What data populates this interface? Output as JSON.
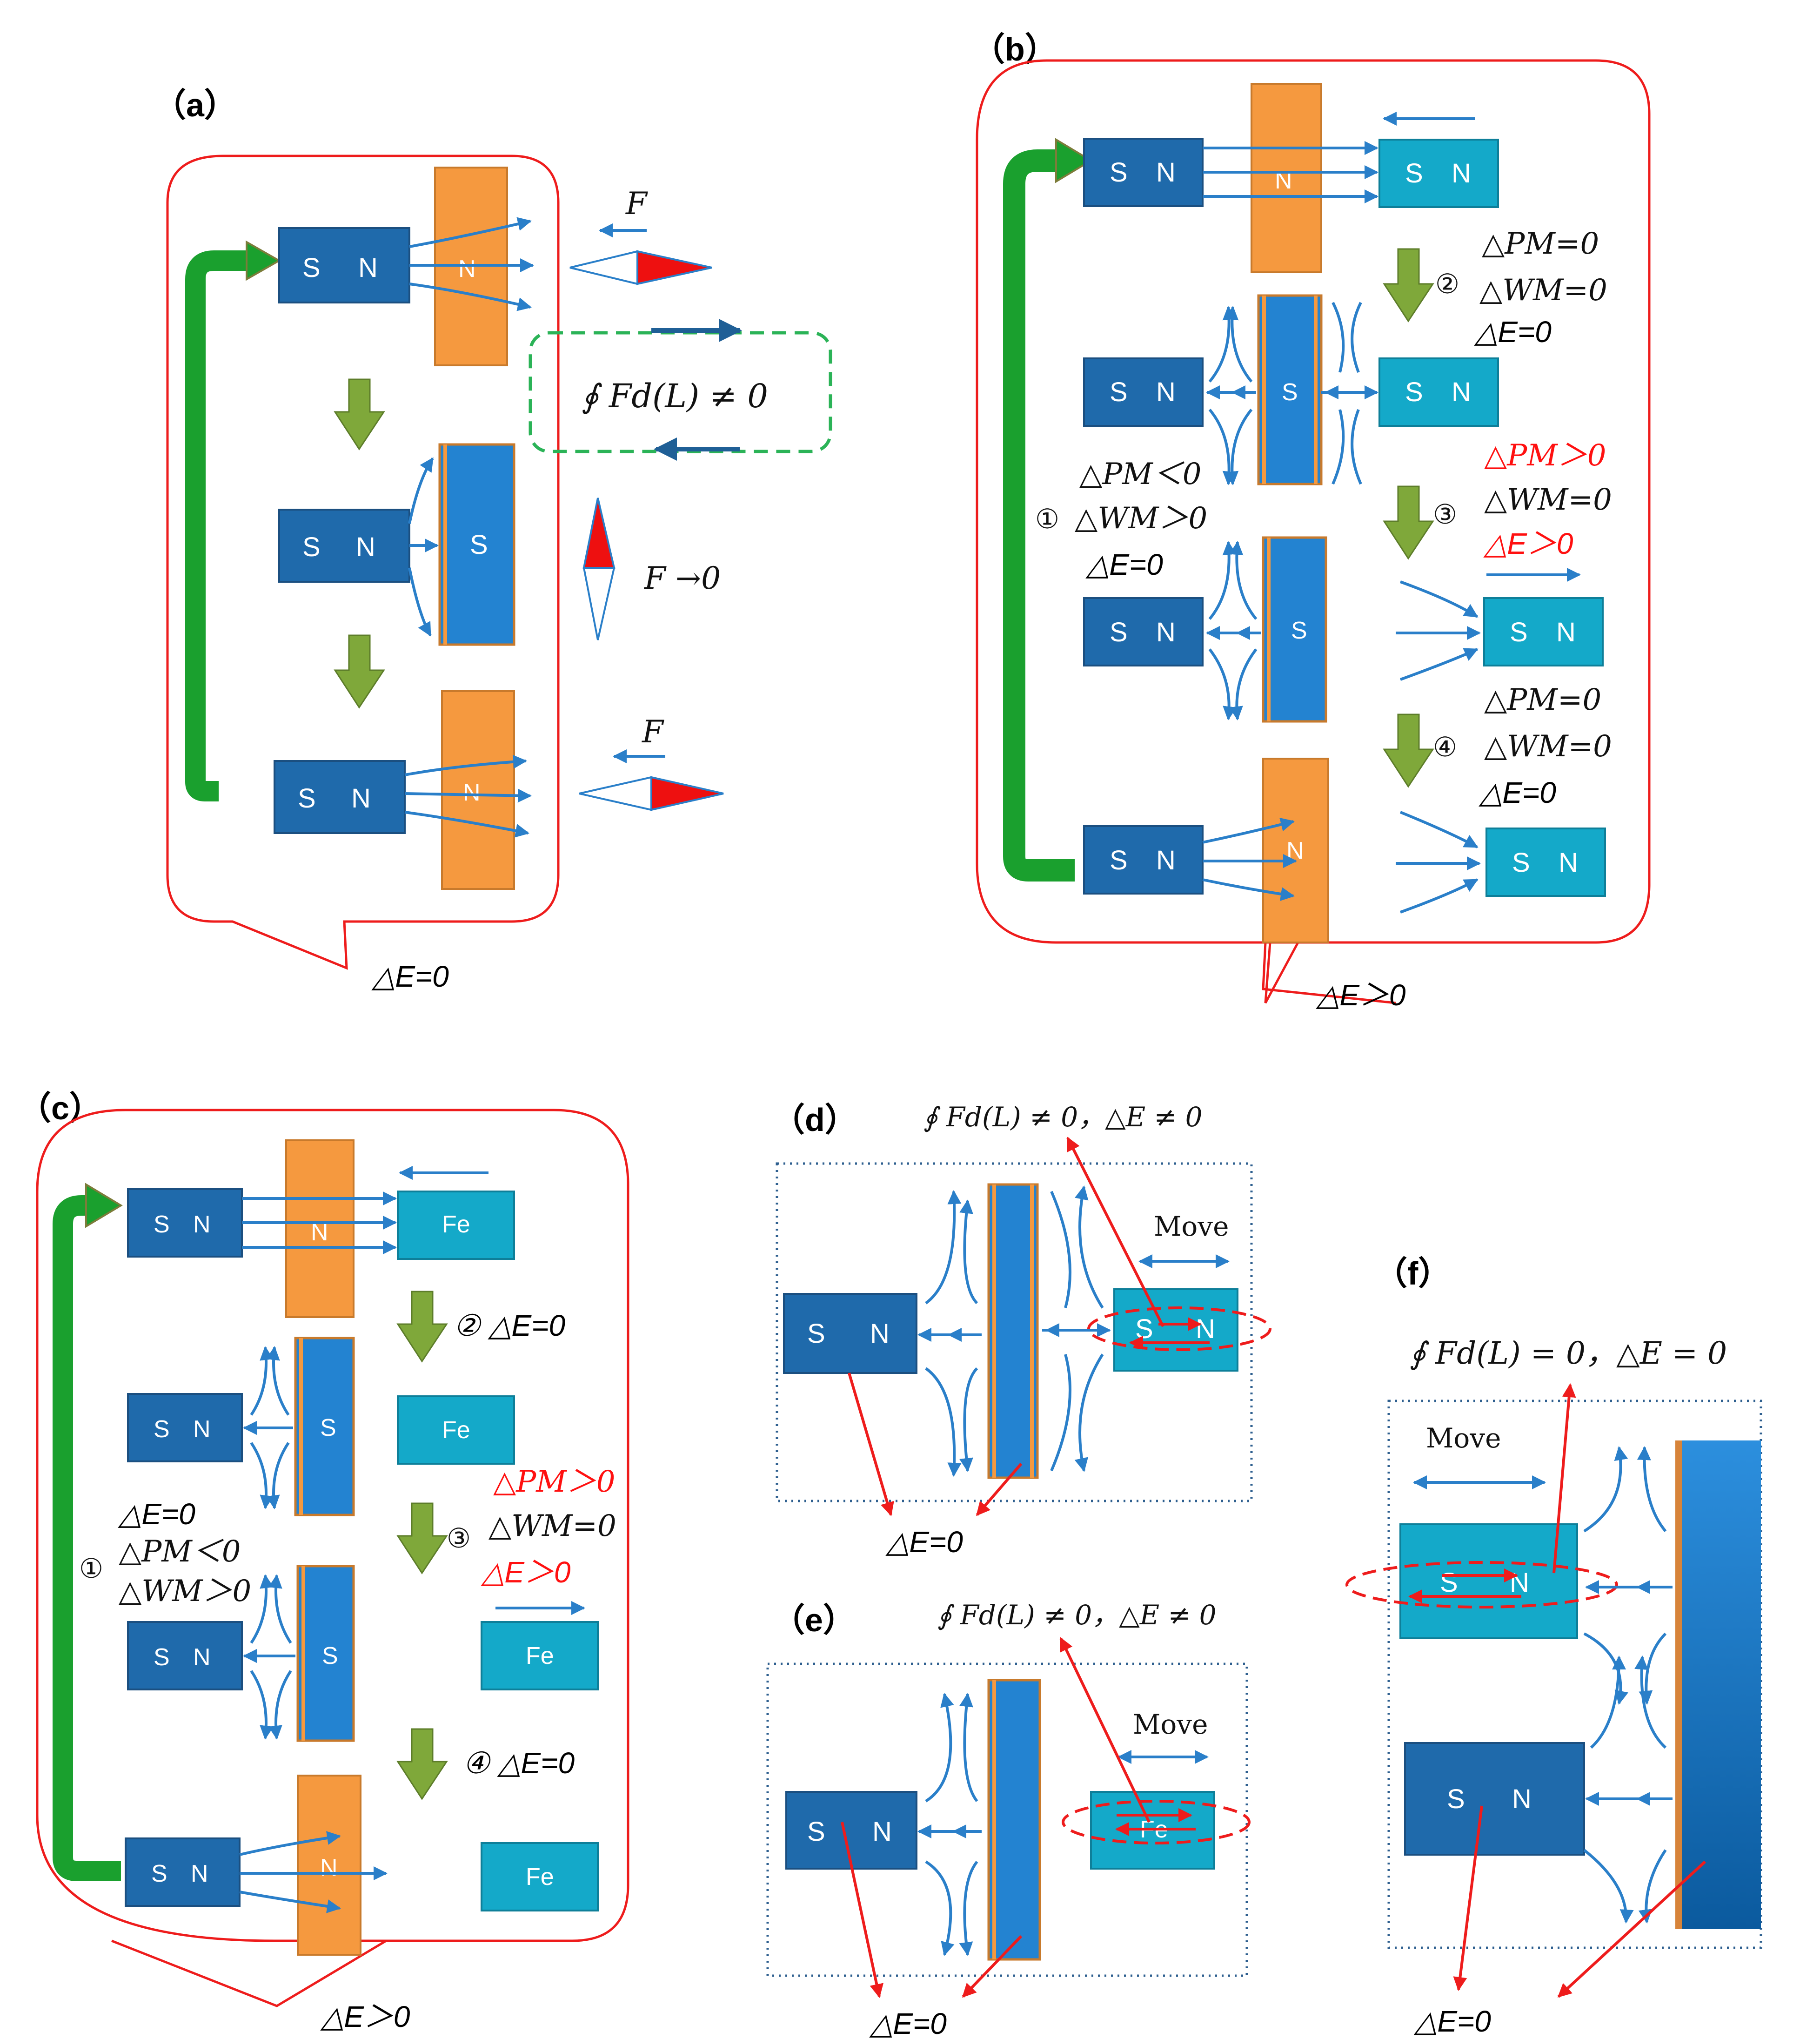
{
  "panels": {
    "a": {
      "label": "（a）",
      "energy": "△E=0",
      "force": "F",
      "force_zero": "F →0",
      "integral": "∮ Fd(L) ≠ 0"
    },
    "b": {
      "label": "（b）",
      "energy": "△E＞0",
      "step2": {
        "num": "②",
        "line1": "△PM=0",
        "line2": "△WM=0",
        "line3": "△E=0"
      },
      "step1": {
        "num": "①",
        "line1": "△PM＜0",
        "line2": "△WM＞0",
        "line3": "△E=0"
      },
      "step3": {
        "num": "③",
        "line1": "△PM＞0",
        "line2": "△WM=0",
        "line3": "△E＞0"
      },
      "step4": {
        "num": "④",
        "line1": "△PM=0",
        "line2": "△WM=0",
        "line3": "△E=0"
      }
    },
    "c": {
      "label": "（c）",
      "energy": "△E＞0",
      "step2": "② △E=0",
      "step1": {
        "num": "①",
        "line1": "△E=0",
        "line2": "△PM＜0",
        "line3": "△WM＞0"
      },
      "step3": {
        "num": "③",
        "line1": "△PM＞0",
        "line2": "△WM=0",
        "line3": "△E＞0"
      },
      "step4": "④ △E=0",
      "fe": "Fe"
    },
    "d": {
      "label": "（d）",
      "equation": "∮ Fd(L) ≠ 0，△E ≠ 0",
      "move": "Move",
      "energy": "△E=0"
    },
    "e": {
      "label": "（e）",
      "equation": "∮ Fd(L) ≠ 0，△E ≠ 0",
      "move": "Move",
      "energy": "△E=0",
      "fe": "Fe"
    },
    "f": {
      "label": "（f）",
      "equation": "∮ Fd(L) = 0，△E = 0",
      "move": "Move",
      "energy": "△E=0"
    }
  },
  "magnet": {
    "s": "S",
    "n": "N",
    "s_pole": "S",
    "n_pole": "N"
  },
  "colors": {
    "magnet_dark": "#1f6aab",
    "magnet_teal": "#14a9c9",
    "orange": "#f5993f",
    "pole_blue": "#2383d1",
    "field": "#2a7fc9",
    "green": "#1aa02e",
    "olive_arrow": "#7fa83a",
    "red": "#ee1c1c"
  }
}
